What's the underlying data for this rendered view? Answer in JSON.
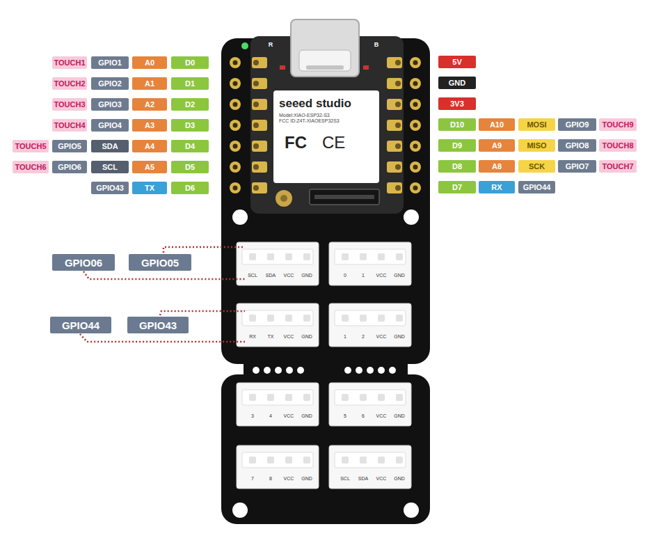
{
  "diagram": {
    "nodes": [
      {
        "text": [
          "seeed studio",
          "Model:XIAO-ESP32-S3",
          "FCC ID:Z4T-XIAOESP32S3",
          "FC",
          "CE"
        ]
      }
    ],
    "labels": [
      "TOUCH1",
      "GPIO1",
      "A0",
      "D0",
      "TOUCH2",
      "GPIO2",
      "A1",
      "D1",
      "TOUCH3",
      "GPIO3",
      "A2",
      "D2",
      "TOUCH4",
      "GPIO4",
      "A3",
      "D3",
      "TOUCH5",
      "GPIO5",
      "SDA",
      "A4",
      "D4",
      "TOUCH6",
      "GPIO6",
      "SCL",
      "A5",
      "D5",
      "GPIO43",
      "TX",
      "D6",
      "5V",
      "GND",
      "3V3",
      "D10",
      "A10",
      "MOSI",
      "GPIO9",
      "TOUCH9",
      "D9",
      "A9",
      "MISO",
      "GPIO8",
      "TOUCH8",
      "D8",
      "A8",
      "SCK",
      "GPIO7",
      "TOUCH7",
      "D7",
      "RX",
      "GPIO44",
      "GPIO06",
      "GPIO05",
      "GPIO44",
      "GPIO43",
      "R",
      "B",
      "SCL",
      "SDA",
      "VCC",
      "GND",
      "0",
      "1",
      "VCC",
      "GND",
      "RX",
      "TX",
      "VCC",
      "GND",
      "1",
      "2",
      "VCC",
      "GND",
      "3",
      "4",
      "VCC",
      "GND",
      "5",
      "6",
      "VCC",
      "GND",
      "7",
      "8",
      "VCC",
      "GND",
      "SCL",
      "SDA",
      "VCC",
      "GND"
    ]
  }
}
